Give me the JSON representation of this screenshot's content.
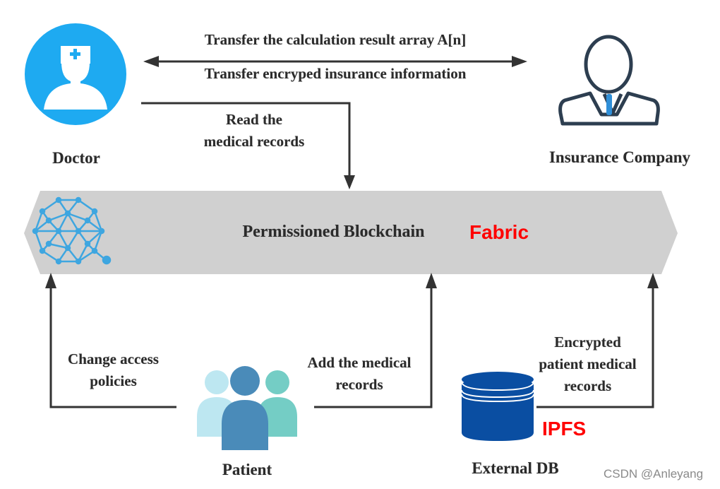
{
  "actors": {
    "doctor": {
      "label": "Doctor",
      "icon": "doctor-icon",
      "color": "#1eaaf1"
    },
    "insurance_company": {
      "label": "Insurance Company",
      "icon": "businessman-icon",
      "outline_color": "#2d3e50",
      "tie_color": "#2f8fd8"
    },
    "patient": {
      "label": "Patient",
      "icon": "patient-group-icon",
      "colors": [
        "#bde7f1",
        "#4a8bb9",
        "#74cdc5"
      ]
    },
    "external_db": {
      "label": "External DB",
      "icon": "database-icon",
      "color": "#0a4ea2"
    }
  },
  "blockchain": {
    "label": "Permissioned Blockchain",
    "tag": "Fabric",
    "icon": "blockchain-network-icon",
    "fill": "#d0d0d0",
    "icon_color": "#3ea6e0"
  },
  "flows": {
    "top_line_1": "Transfer the calculation result array A[n]",
    "top_line_2": "Transfer encryped insurance information",
    "read_records": [
      "Read the",
      "medical records"
    ],
    "change_access": [
      "Change access",
      "policies"
    ],
    "add_records": [
      "Add the medical",
      "records"
    ],
    "encrypted_records": [
      "Encrypted",
      "patient medical",
      "records"
    ]
  },
  "storage_tag": "IPFS",
  "accent_red": "#ff0000",
  "watermark": "CSDN @Anleyang"
}
